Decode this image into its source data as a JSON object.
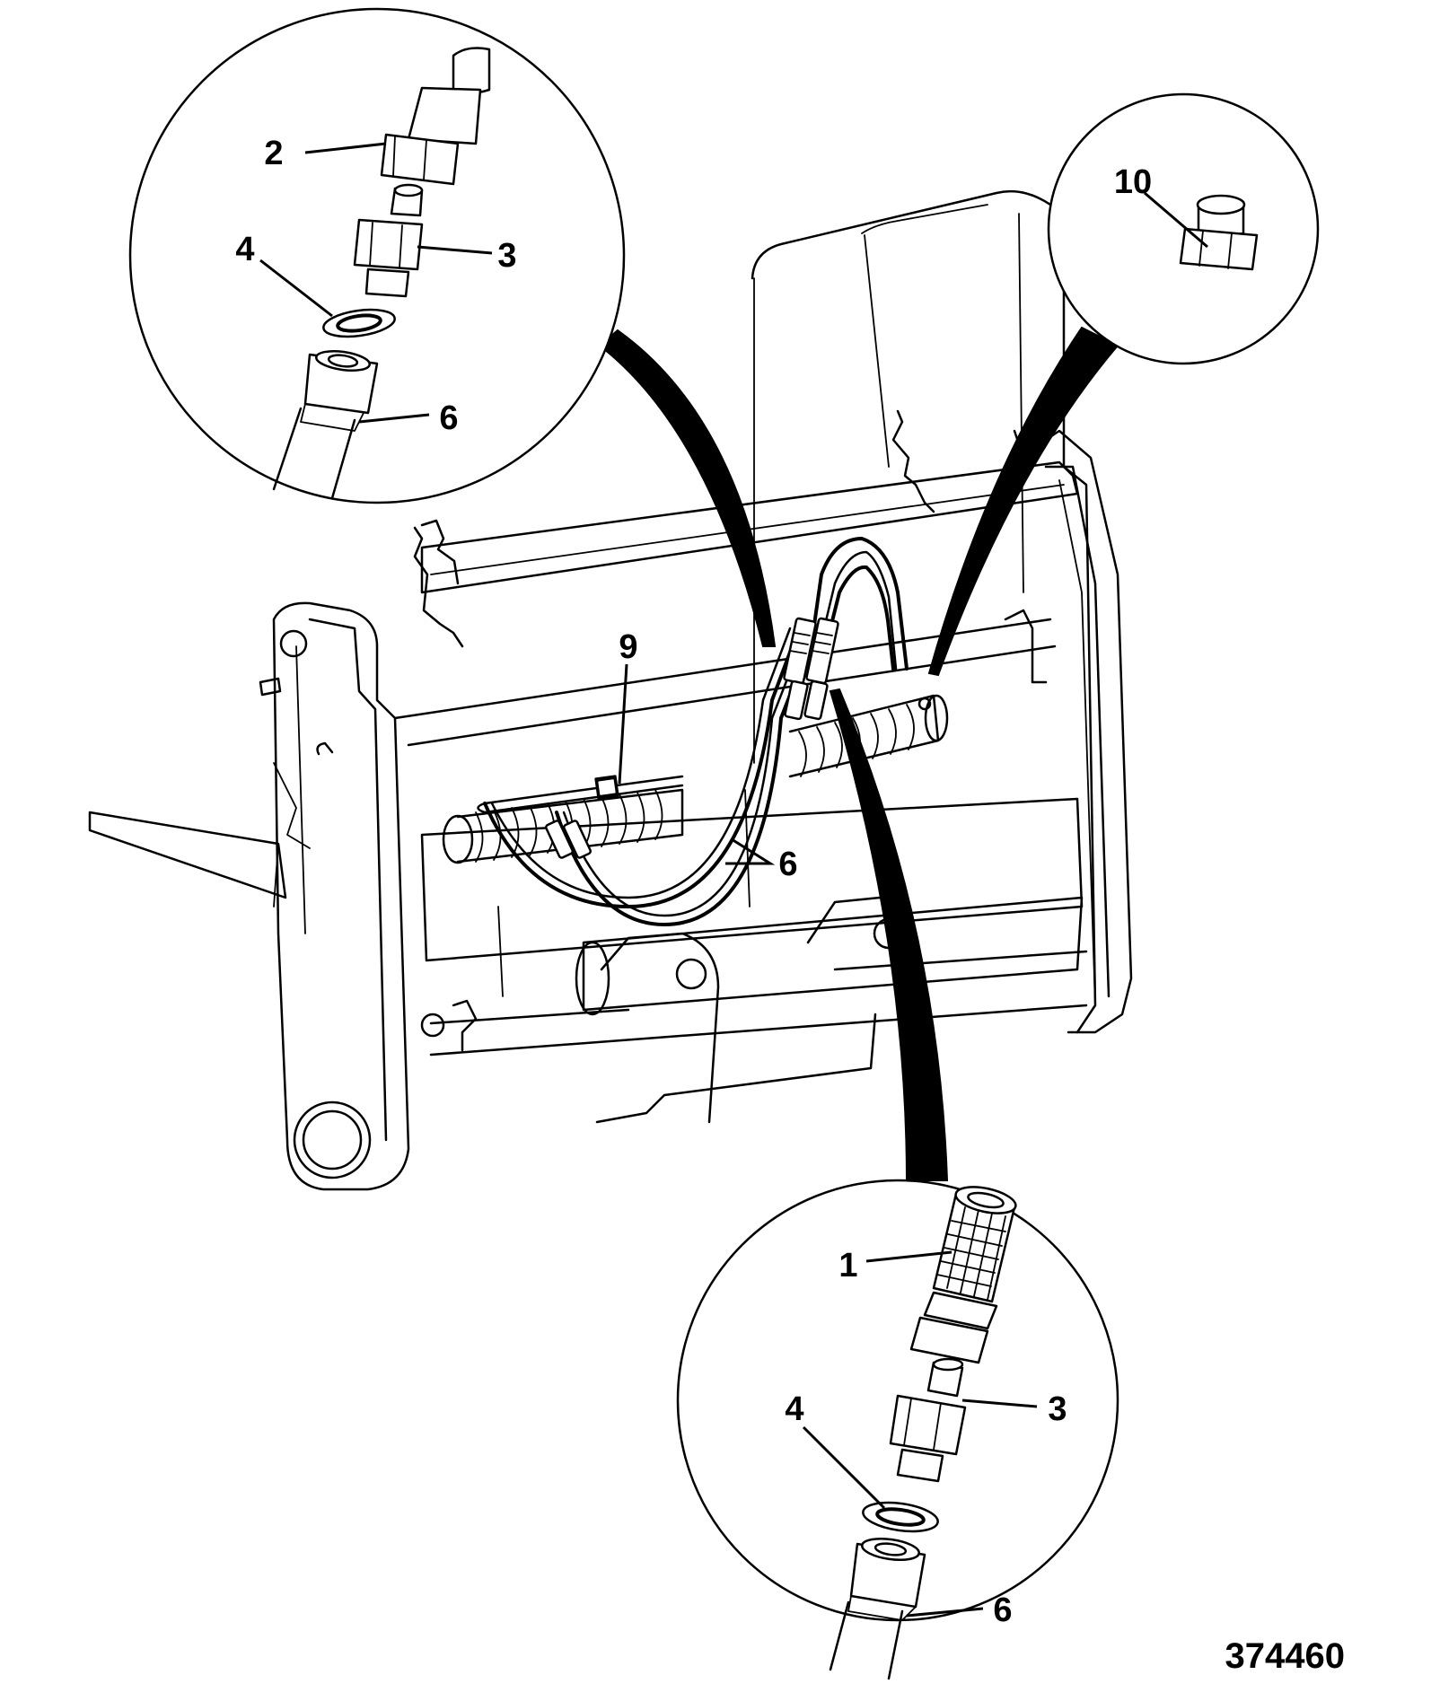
{
  "figure_number": "374460",
  "callouts": {
    "top_left_detail": {
      "c2": "2",
      "c3": "3",
      "c4": "4",
      "c6": "6"
    },
    "top_right_detail": {
      "c10": "10"
    },
    "main_view": {
      "c9": "9",
      "c6": "6"
    },
    "bottom_detail": {
      "c1": "1",
      "c3": "3",
      "c4": "4",
      "c6": "6"
    }
  }
}
